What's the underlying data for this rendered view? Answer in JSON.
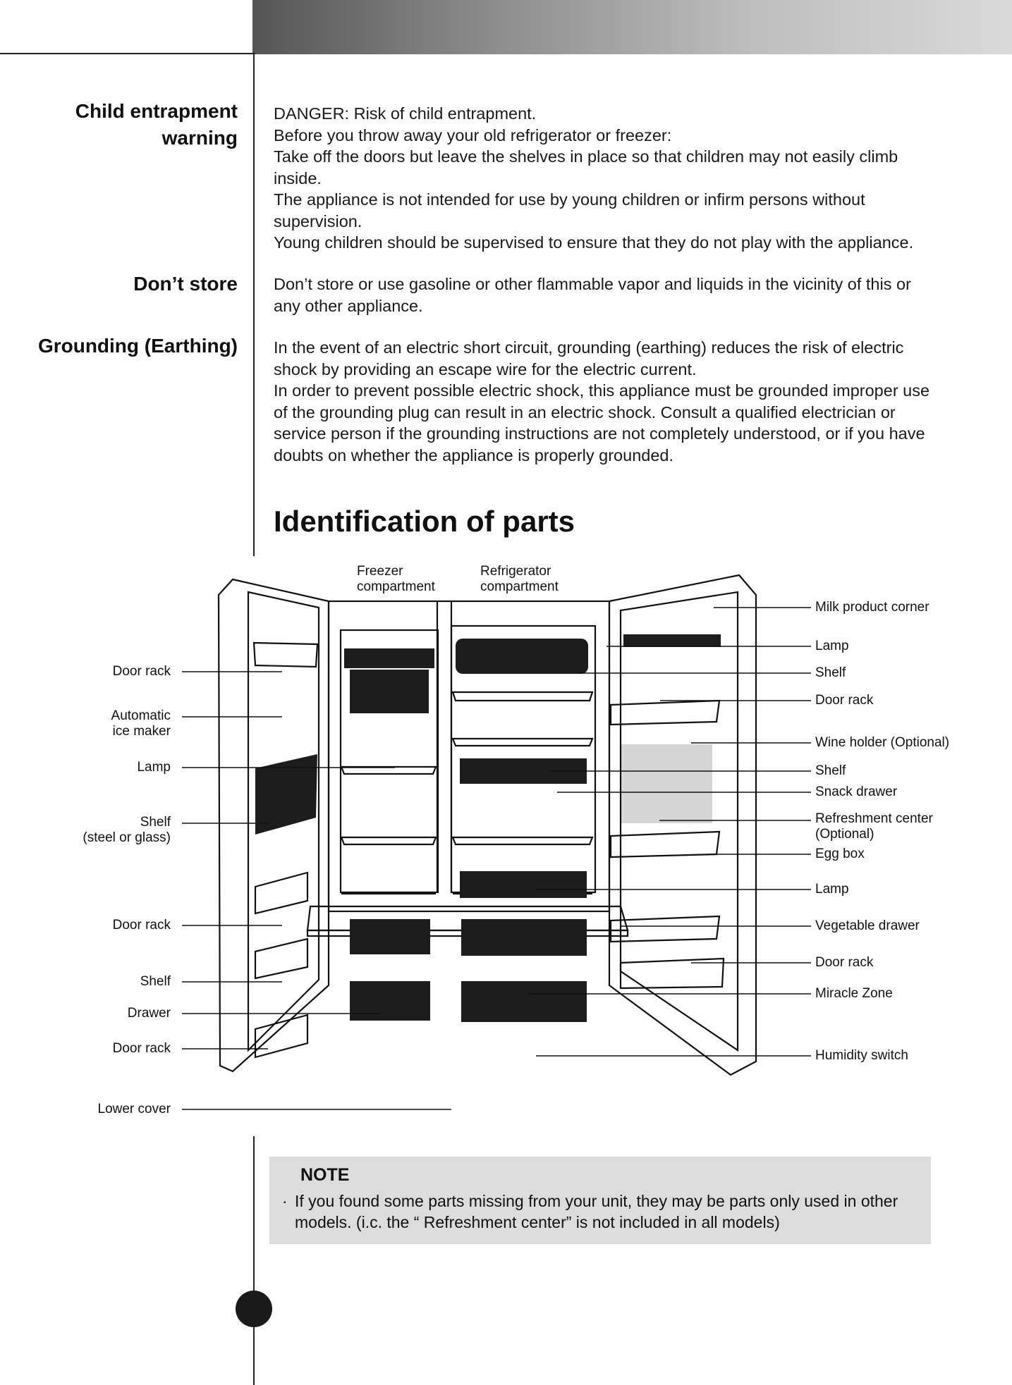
{
  "sections": [
    {
      "heading_lines": [
        "Child entrapment",
        "warning"
      ],
      "paragraphs": [
        "DANGER: Risk of child entrapment.",
        "Before you throw  away your old refrigerator or freezer:",
        "Take off the doors but leave the shelves in place so that children may not easily climb inside.",
        "The appliance is not intended for use by young children or infirm persons without supervision.",
        "Young children should be supervised to ensure that they do not play with the appliance."
      ]
    },
    {
      "heading_lines": [
        "Don’t store"
      ],
      "paragraphs": [
        "Don’t store or use gasoline or other flammable vapor and liquids in the vicinity of this or any other appliance."
      ]
    },
    {
      "heading_lines": [
        "Grounding (Earthing)"
      ],
      "paragraphs": [
        "In the event of an electric short circuit, grounding (earthing) reduces the risk of electric shock by providing an escape wire for the electric current.",
        "In order to prevent possible electric shock, this appliance must be grounded improper use of the grounding plug can result in an electric shock. Consult a qualified electrician or service person if the grounding instructions are not completely understood, or if you have doubts on whether the appliance is properly grounded."
      ]
    }
  ],
  "identification_title": "Identification of parts",
  "diagram": {
    "top_labels": {
      "freezer": [
        "Freezer",
        "compartment"
      ],
      "refrigerator": [
        "Refrigerator",
        "compartment"
      ]
    },
    "left_labels": [
      [
        "Door rack"
      ],
      [
        "Automatic",
        "ice maker"
      ],
      [
        "Lamp"
      ],
      [
        "Shelf",
        "(steel or glass)"
      ],
      [
        "Door rack"
      ],
      [
        "Shelf"
      ],
      [
        "Drawer"
      ],
      [
        "Door rack"
      ],
      [
        "Lower cover"
      ]
    ],
    "right_labels": [
      [
        "Milk product corner"
      ],
      [
        "Lamp"
      ],
      [
        "Shelf"
      ],
      [
        "Door rack"
      ],
      [
        "Wine holder (Optional)"
      ],
      [
        "Shelf"
      ],
      [
        "Snack drawer"
      ],
      [
        "Refreshment center",
        "(Optional)"
      ],
      [
        "Egg box"
      ],
      [
        "Lamp"
      ],
      [
        "Vegetable drawer"
      ],
      [
        "Door rack"
      ],
      [
        "Miracle Zone"
      ],
      [
        "Humidity switch"
      ]
    ]
  },
  "note": {
    "title": "NOTE",
    "bullet": "·",
    "text": "If you found some parts missing from your unit, they may be parts only used in other models. (i.c. the “ Refreshment center”  is not included in all models)"
  }
}
